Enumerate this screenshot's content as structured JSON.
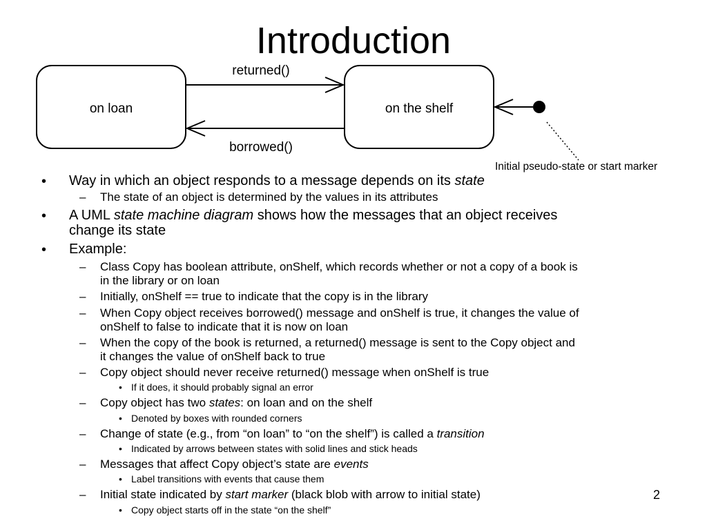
{
  "slide": {
    "title": "Introduction",
    "page_number": "2"
  },
  "diagram": {
    "states": [
      {
        "label": "on loan"
      },
      {
        "label": "on the shelf"
      }
    ],
    "transitions": [
      {
        "event": "returned()",
        "from": "on loan",
        "to": "on the shelf"
      },
      {
        "event": "borrowed()",
        "from": "on the shelf",
        "to": "on loan"
      }
    ],
    "start_marker_note": "Initial pseudo-state or start marker"
  },
  "bullets": {
    "b1": {
      "marker": "•",
      "text": "Way in which an object responds to a message depends on its ",
      "em": "state"
    },
    "b1_1": {
      "marker": "–",
      "text": "The state of an object is determined by the values in its attributes"
    },
    "b2": {
      "marker": "•",
      "text_a": "A UML ",
      "em": "state machine diagram",
      "text_b": " shows how the messages that an object receives",
      "line2": "change its state"
    },
    "b3": {
      "marker": "•",
      "text": "Example:"
    },
    "b3_1": {
      "marker": "–",
      "line1": "Class Copy has boolean attribute, onShelf, which records whether or not a copy of a book is",
      "line2": "in the library or on loan"
    },
    "b3_2": {
      "marker": "–",
      "text": "Initially, onShelf == true to indicate that the copy is in the library"
    },
    "b3_3": {
      "marker": "–",
      "line1": "When Copy object receives borrowed() message and onShelf is true, it changes the value of",
      "line2": "onShelf to false to indicate that it is now on loan"
    },
    "b3_4": {
      "marker": "–",
      "line1": "When the copy of the book is returned, a returned() message is sent to the Copy object and",
      "line2": "it changes the value of onShelf back to true"
    },
    "b3_5": {
      "marker": "–",
      "text": "Copy object should never receive returned() message when onShelf is true"
    },
    "b3_5_1": {
      "marker": "•",
      "text": "If it does, it should probably signal an error"
    },
    "b3_6": {
      "marker": "–",
      "text_a": "Copy object has two ",
      "em": "states",
      "text_b": ": on loan and on the shelf"
    },
    "b3_6_1": {
      "marker": "•",
      "text": "Denoted by boxes with rounded corners"
    },
    "b3_7": {
      "marker": "–",
      "text_a": "Change of state (e.g., from “on loan” to “on the shelf”) is called a ",
      "em": "transition"
    },
    "b3_7_1": {
      "marker": "•",
      "text": "Indicated by arrows between states with solid lines and stick heads"
    },
    "b3_8": {
      "marker": "–",
      "text_a": "Messages that affect Copy object’s state are ",
      "em": "events"
    },
    "b3_8_1": {
      "marker": "•",
      "text": "Label transitions with events that cause them"
    },
    "b3_9": {
      "marker": "–",
      "text_a": "Initial state indicated by ",
      "em": "start marker",
      "text_b": " (black blob with arrow to initial state)"
    },
    "b3_9_1": {
      "marker": "•",
      "text": "Copy object starts off in the state “on the shelf”"
    }
  }
}
